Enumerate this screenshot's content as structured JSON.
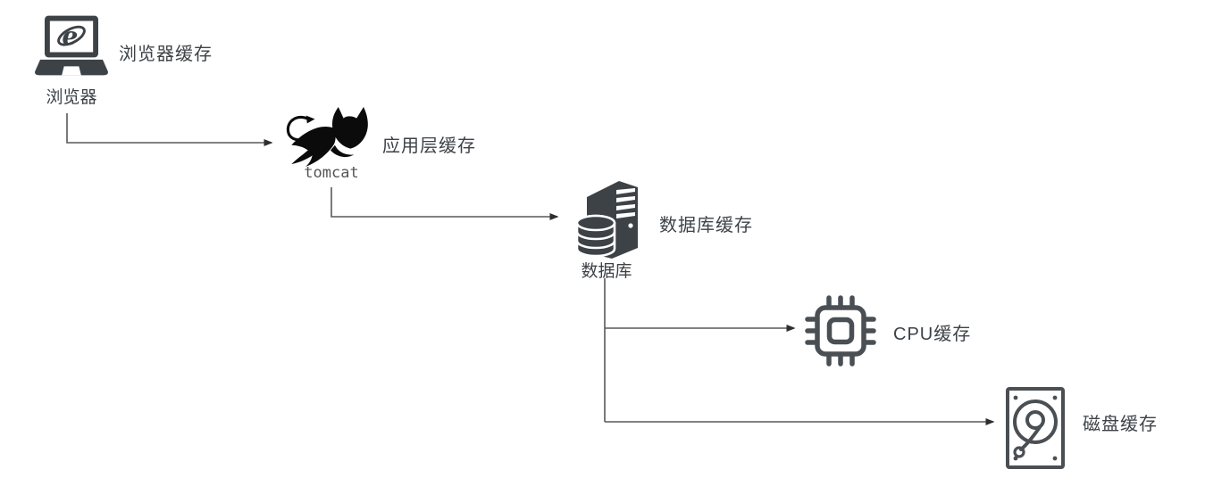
{
  "diagram": {
    "background": "#ffffff",
    "colors": {
      "icon_fill": "#3d4247",
      "tomcat_black": "#0b0b0b",
      "icon_outline": "#4a4f54",
      "connector_line": "#595959",
      "arrowhead": "#2e2e2e",
      "label_text": "#3d4247",
      "tomcat_text": "#555555"
    },
    "nodes": {
      "browser": {
        "icon": "laptop-ie-browser-icon",
        "name": "浏览器",
        "cache_label": "浏览器缓存"
      },
      "tomcat": {
        "icon": "tomcat-cat-logo-icon",
        "name": "tomcat",
        "cache_label": "应用层缓存"
      },
      "database": {
        "icon": "database-server-icon",
        "name": "数据库",
        "cache_label": "数据库缓存"
      },
      "cpu": {
        "icon": "cpu-chip-icon",
        "cache_label": "CPU缓存"
      },
      "disk": {
        "icon": "hard-disk-icon",
        "cache_label": "磁盘缓存"
      }
    },
    "edges": [
      {
        "from": "browser",
        "to": "tomcat"
      },
      {
        "from": "tomcat",
        "to": "database"
      },
      {
        "from": "database",
        "to": "cpu"
      },
      {
        "from": "database",
        "to": "disk"
      }
    ]
  }
}
